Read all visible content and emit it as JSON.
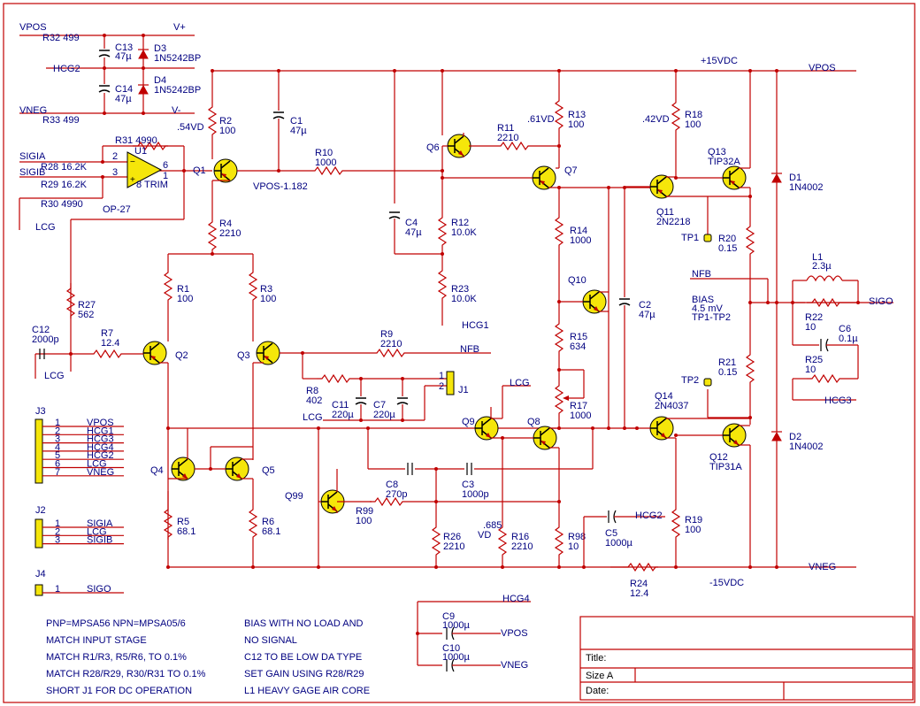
{
  "nets": {
    "vpos_left": "VPOS",
    "hcg2_left": "HCG2",
    "vneg_left": "VNEG",
    "vplus": "V+",
    "vminus": "V-",
    "plus15": "+15VDC",
    "minus15": "-15VDC",
    "vpos_right": "VPOS",
    "vneg_right": "VNEG",
    "sigia": "SIGIA",
    "sigib": "SIGIB",
    "lcg_a": "LCG",
    "lcg_b": "LCG",
    "lcg_c": "LCG",
    "lcg_d": "LCG",
    "lcg_e": "LCG",
    "nfb_a": "NFB",
    "nfb_b": "NFB",
    "hcg1": "HCG1",
    "hcg2_mid": "HCG2",
    "hcg3": "HCG3",
    "hcg4": "HCG4",
    "vpos_bot": "VPOS",
    "vneg_bot": "VNEG",
    "sigo": "SIGO"
  },
  "volt_labels": {
    "v054": ".54VD",
    "vpos1182": "VPOS-1.182",
    "v061": ".61VD",
    "v042": ".42VD",
    "v0685": ".685\nVD",
    "bias": "BIAS",
    "bias_mv": "4.5 mV",
    "bias_tp": "TP1-TP2"
  },
  "parts": {
    "R32": "R32 499",
    "R33": "R33 499",
    "C13": "C13",
    "C13v": "47µ",
    "D3": "D3",
    "D3v": "1N5242BP",
    "C14": "C14",
    "C14v": "47µ",
    "D4": "D4",
    "D4v": "1N5242BP",
    "R31": "R31 4990",
    "U1": "U1",
    "R28": "R28 16.2K",
    "R29": "R29 16.2K",
    "R30": "R30 4990",
    "opamp": "OP-27",
    "trim": "8 TRIM",
    "pin2": "2",
    "pin3": "3",
    "pin6": "6",
    "pin1": "1",
    "R2": "R2",
    "R2v": "100",
    "C1": "C1",
    "C1v": "47µ",
    "R10": "R10",
    "R10v": "1000",
    "Q1": "Q1",
    "R4": "R4",
    "R4v": "2210",
    "R1": "R1",
    "R1v": "100",
    "R3": "R3",
    "R3v": "100",
    "R27": "R27",
    "R27v": "562",
    "C12": "C12",
    "C12v": "2000p",
    "R7": "R7",
    "R7v": "12.4",
    "Q2": "Q2",
    "Q3": "Q3",
    "R9": "R9",
    "R9v": "2210",
    "R8": "R8",
    "R8v": "402",
    "C11": "C11",
    "C11v": "220µ",
    "C7": "C7",
    "C7v": "220µ",
    "J1": "J1",
    "J1p1": "1",
    "J1p2": "2",
    "Q4": "Q4",
    "Q5": "Q5",
    "R5": "R5",
    "R5v": "68.1",
    "R6": "R6",
    "R6v": "68.1",
    "Q99": "Q99",
    "R99": "R99",
    "R99v": "100",
    "C8": "C8",
    "C8v": "270p",
    "C3": "C3",
    "C3v": "1000p",
    "R26": "R26",
    "R26v": "2210",
    "R16": "R16",
    "R16v": "2210",
    "R98": "R98",
    "R98v": "10",
    "C5": "C5",
    "C5v": "1000µ",
    "R24": "R24",
    "R24v": "12.4",
    "Q6": "Q6",
    "R11": "R11",
    "R11v": "2210",
    "R13": "R13",
    "R13v": "100",
    "Q7": "Q7",
    "C4": "C4",
    "C4v": "47µ",
    "R12": "R12",
    "R12v": "10.0K",
    "R23": "R23",
    "R23v": "10.0K",
    "R14": "R14",
    "R14v": "1000",
    "Q10": "Q10",
    "C2": "C2",
    "C2v": "47µ",
    "R15": "R15",
    "R15v": "634",
    "R17": "R17",
    "R17v": "1000",
    "Q8": "Q8",
    "Q9": "Q9",
    "R18": "R18",
    "R18v": "100",
    "Q13": "Q13",
    "Q13v": "TIP32A",
    "Q11": "Q11",
    "Q11v": "2N2218",
    "TP1": "TP1",
    "R20": "R20",
    "R20v": "0.15",
    "TP2": "TP2",
    "R21": "R21",
    "R21v": "0.15",
    "Q14": "Q14",
    "Q14v": "2N4037",
    "Q12": "Q12",
    "Q12v": "TIP31A",
    "R19": "R19",
    "R19v": "100",
    "D1": "D1",
    "D1v": "1N4002",
    "D2": "D2",
    "D2v": "1N4002",
    "L1": "L1",
    "L1v": "2.3µ",
    "R22": "R22",
    "R22v": "10",
    "C6": "C6",
    "C6v": "0.1µ",
    "R25": "R25",
    "R25v": "10",
    "C9": "C9",
    "C9v": "1000µ",
    "C10": "C10",
    "C10v": "1000µ"
  },
  "connectors": {
    "J3": {
      "name": "J3",
      "pins": [
        {
          "n": "1",
          "net": "VPOS"
        },
        {
          "n": "2",
          "net": "HCG1"
        },
        {
          "n": "3",
          "net": "HCG3"
        },
        {
          "n": "4",
          "net": "HCG4"
        },
        {
          "n": "5",
          "net": "HCG2"
        },
        {
          "n": "6",
          "net": "LCG"
        },
        {
          "n": "7",
          "net": "VNEG"
        }
      ]
    },
    "J2": {
      "name": "J2",
      "pins": [
        {
          "n": "1",
          "net": "SIGIA"
        },
        {
          "n": "2",
          "net": "LCG"
        },
        {
          "n": "3",
          "net": "SIGIB"
        }
      ]
    },
    "J4": {
      "name": "J4",
      "pins": [
        {
          "n": "1",
          "net": "SIGO"
        }
      ]
    }
  },
  "notes_left": [
    "PNP=MPSA56   NPN=MPSA05/6",
    "MATCH INPUT STAGE",
    "MATCH R1/R3, R5/R6, TO 0.1%",
    "MATCH R28/R29, R30/R31 TO 0.1%",
    "SHORT J1 FOR DC OPERATION"
  ],
  "notes_right": [
    "BIAS WITH NO LOAD AND",
    "NO SIGNAL",
    "C12 TO BE LOW DA TYPE",
    "SET GAIN USING R28/R29",
    "L1 HEAVY GAGE AIR CORE"
  ],
  "title_block": {
    "title": "Title:",
    "size": "Size A",
    "date": "Date:"
  }
}
